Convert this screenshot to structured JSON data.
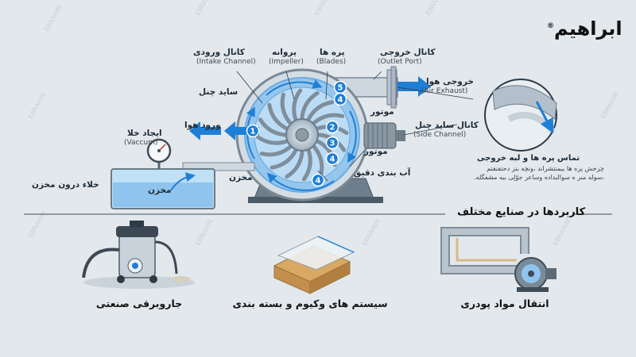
{
  "brand": {
    "logo": "ابراهیم",
    "reg": "®",
    "watermark": "EBRAHIM"
  },
  "colors": {
    "bg": "#e3e8ec",
    "flow": "#1e7fd6",
    "flow_light": "#8fc4ee",
    "casing": "#c9d2da",
    "dark": "#2b3a47"
  },
  "labels": {
    "intake_fa": "کانال ورودی",
    "intake_en": "(Intake Channel)",
    "impeller_fa": "پروانه",
    "impeller_en": "(Impeller)",
    "blades_fa": "پره ها",
    "blades_en": "(Blades)",
    "outlet_fa": "کانال خروجی",
    "outlet_en": "(Outlet Port)",
    "side_channel_fa": "ساید چنل",
    "air_exhaust_fa": "خروجی هوا",
    "air_exhaust_en": "(Air Exhaust)",
    "motor_fa": "موتور",
    "side_channel_full_fa": "کانال ساید چنل",
    "side_channel_full_en": "(Side Channel)",
    "motor2_fa": "موتور",
    "air_in_fa": "ورود هوا",
    "vacuum_fa": "ایجاد خلا",
    "vacuum_en": "(Vaccum)",
    "tank_vacuum_fa": "خلاء درون مخزن",
    "tank_fa": "مخزن",
    "tank2_fa": "مخزن",
    "seal_fa": "آب بندی دقیق",
    "contact_title_fa": "تماس پره ها و لبه خروجی",
    "contact_note_fa": "چرخش پره ها بیمنتشراند ،ونچه بتر دحتفنفتم ،سوله منر ه سوالبداده وساعر جوّلِی بیه مشفگله."
  },
  "stages": [
    "1",
    "2",
    "3",
    "4",
    "5",
    "4",
    "4"
  ],
  "applications": {
    "title": "کاربردها در صنایع مختلف",
    "items": [
      "جاروبرقی صنعتی",
      "سیستم های وکیوم و بسته بندی",
      "انتقال مواد پودری"
    ]
  }
}
